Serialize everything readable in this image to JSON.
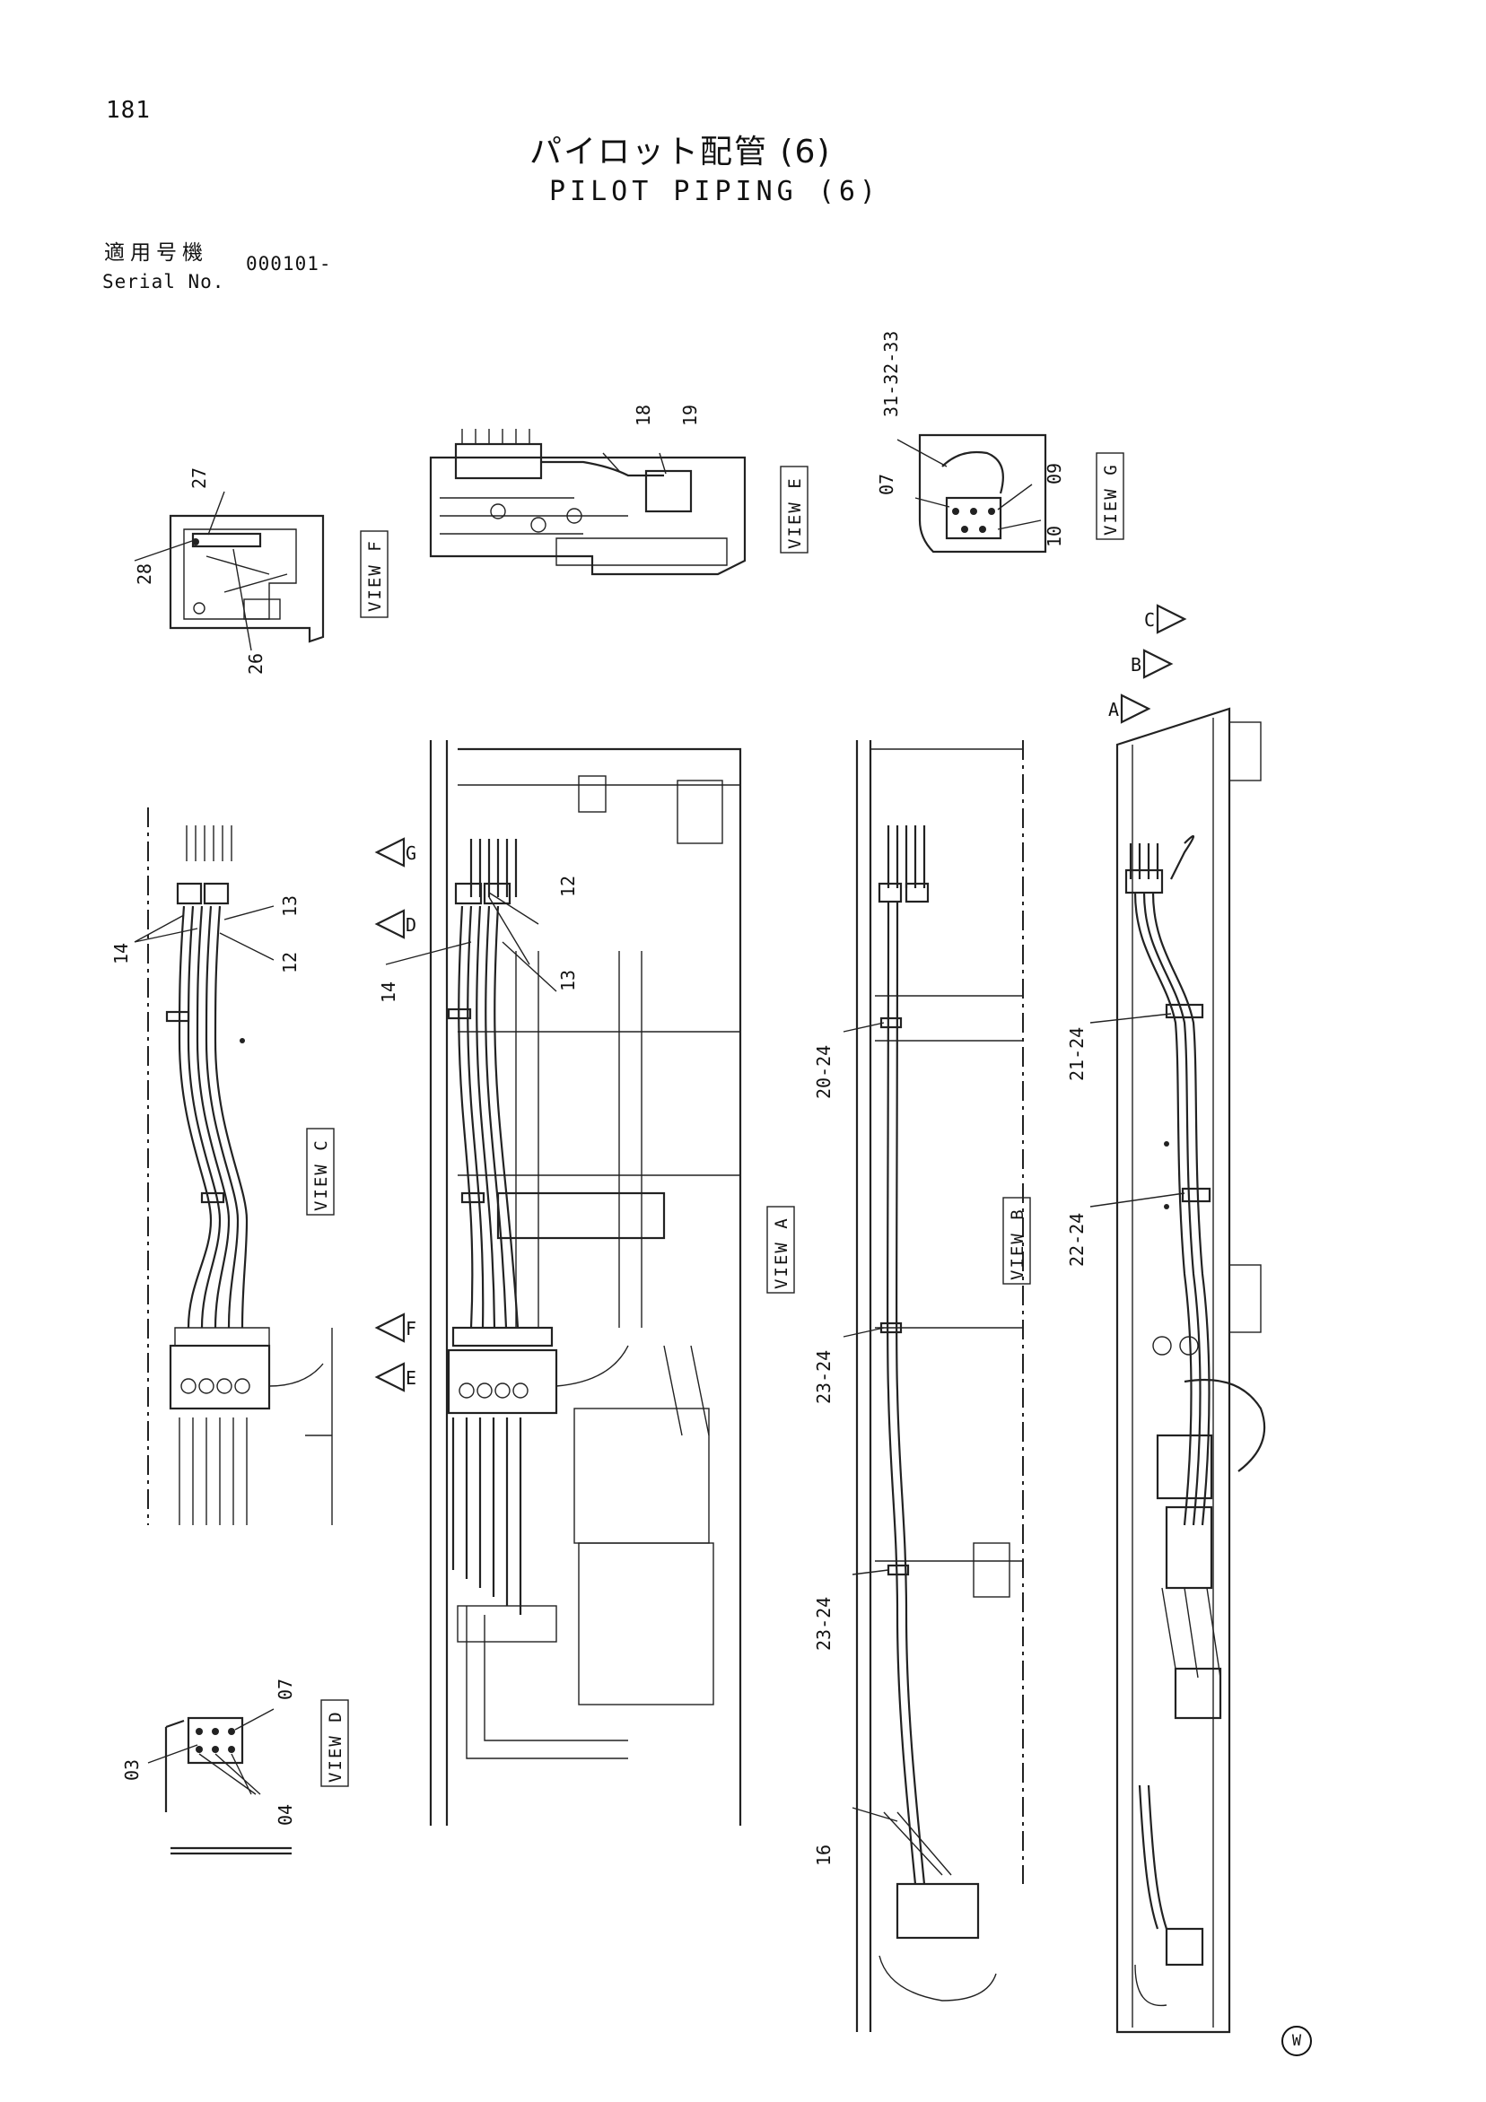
{
  "page_number": "181",
  "title_jp": "パイロット配管 (6)",
  "title_en": "PILOT PIPING (6)",
  "serial_label_jp": "適用号機",
  "serial_label_en": "Serial No.",
  "serial_value": "000101-",
  "corner_mark": "W",
  "views": {
    "a": "VIEW A",
    "b": "VIEW B",
    "c": "VIEW C",
    "d": "VIEW D",
    "e": "VIEW E",
    "f": "VIEW F",
    "g": "VIEW G"
  },
  "arrow_letters": {
    "a": "A",
    "b": "B",
    "c": "C",
    "d": "D",
    "e": "E",
    "f": "F",
    "g": "G"
  },
  "part_labels": {
    "p27": "27",
    "p28": "28",
    "p26": "26",
    "p18": "18",
    "p19": "19",
    "p31_33": "31-32-33",
    "p07g": "07",
    "p09": "09",
    "p10": "10",
    "p13c": "13",
    "p14c": "14",
    "p12c": "12",
    "p12a": "12",
    "p14a": "14",
    "p13a": "13",
    "p20_24": "20-24",
    "p23_24a": "23-24",
    "p23_24b": "23-24",
    "p16": "16",
    "p21_24": "21-24",
    "p22_24": "22-24",
    "p03": "03",
    "p07d": "07",
    "p04": "04"
  }
}
